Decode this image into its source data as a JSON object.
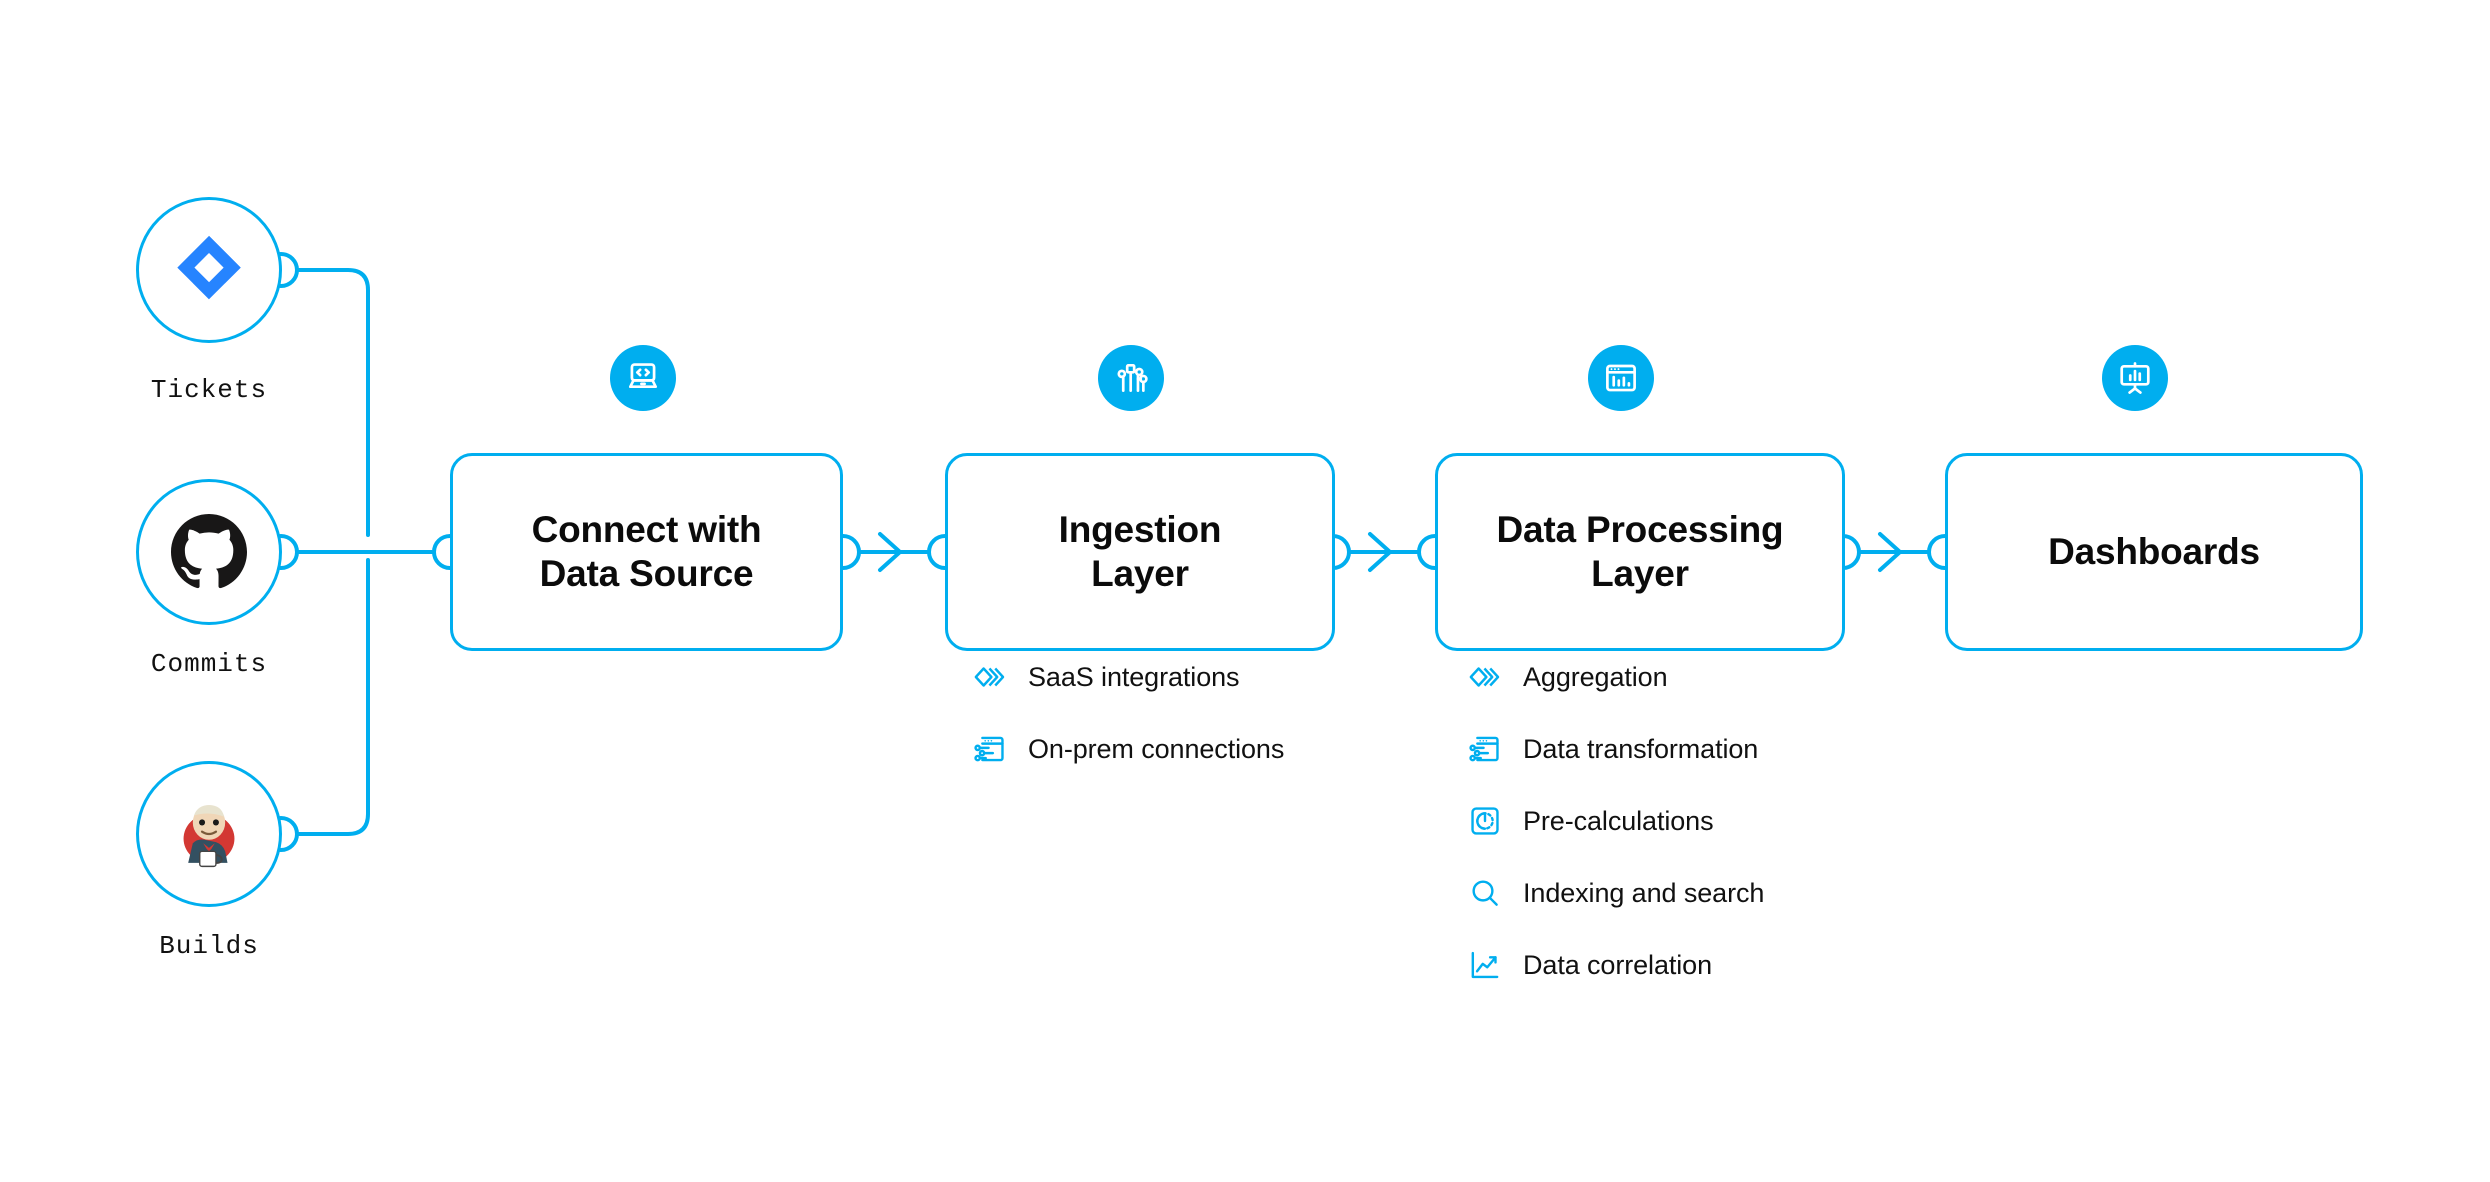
{
  "colors": {
    "accent": "#00AEEF",
    "text": "#111111",
    "jira_blue": "#2684FF",
    "jira_dark": "#0052CC",
    "github_black": "#181717",
    "jenkins_red": "#D33833",
    "background": "#FFFFFF"
  },
  "sources": [
    {
      "id": "tickets",
      "label": "Tickets",
      "icon": "jira-icon"
    },
    {
      "id": "commits",
      "label": "Commits",
      "icon": "github-icon"
    },
    {
      "id": "builds",
      "label": "Builds",
      "icon": "jenkins-icon"
    }
  ],
  "stages": [
    {
      "id": "connect-with-data-source",
      "title_line1": "Connect with",
      "title_line2": "Data Source",
      "badge_icon": "laptop-code-icon",
      "features": []
    },
    {
      "id": "ingestion-layer",
      "title_line1": "Ingestion",
      "title_line2": "Layer",
      "badge_icon": "circuit-nodes-icon",
      "features": [
        {
          "label": "SaaS integrations",
          "icon": "chevrons-layers-icon"
        },
        {
          "label": "On-prem connections",
          "icon": "window-sliders-icon"
        }
      ]
    },
    {
      "id": "data-processing-layer",
      "title_line1": "Data Processing",
      "title_line2": "Layer",
      "badge_icon": "window-barchart-icon",
      "features": [
        {
          "label": "Aggregation",
          "icon": "chevrons-layers-icon"
        },
        {
          "label": "Data transformation",
          "icon": "window-sliders-icon"
        },
        {
          "label": "Pre-calculations",
          "icon": "gauge-square-icon"
        },
        {
          "label": "Indexing and search",
          "icon": "search-icon"
        },
        {
          "label": "Data correlation",
          "icon": "line-chart-icon"
        }
      ]
    },
    {
      "id": "dashboards",
      "title_line1": "Dashboards",
      "title_line2": "",
      "badge_icon": "presentation-chart-icon",
      "features": []
    }
  ],
  "connectors": {
    "arrow_icon": "arrow-right-icon",
    "port_icon": "connector-port-icon",
    "count": 3
  }
}
